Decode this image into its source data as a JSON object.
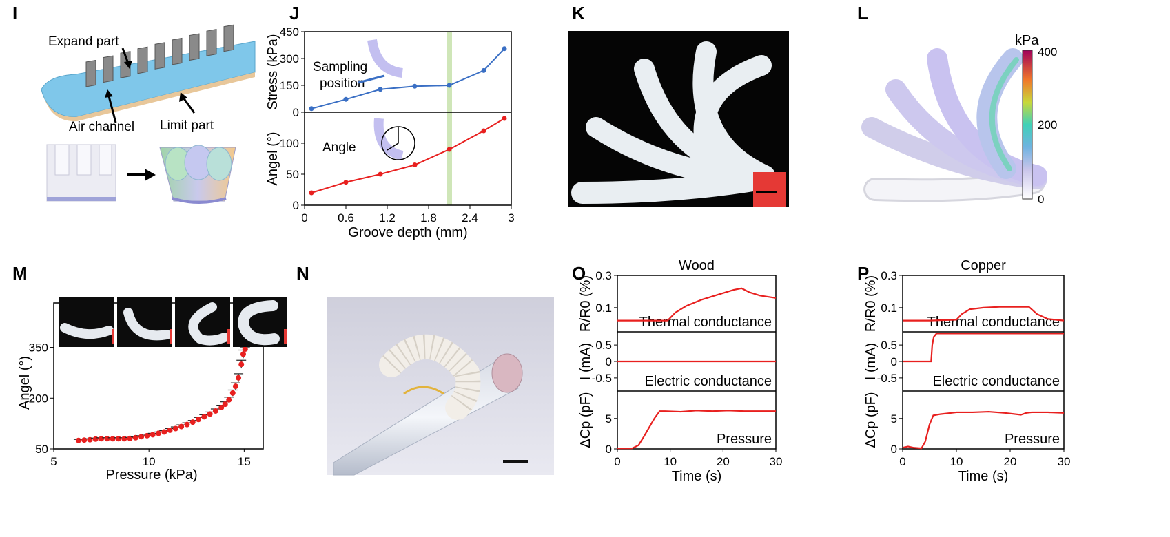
{
  "panels": {
    "I": "I",
    "J": "J",
    "K": "K",
    "L": "L",
    "M": "M",
    "N": "N",
    "O": "O",
    "P": "P"
  },
  "panel_I": {
    "labels": {
      "expand": "Expand part",
      "air": "Air channel",
      "limit": "Limit part"
    }
  },
  "panel_L": {
    "colorbar_unit": "kPa",
    "colorbar_ticks": [
      "400",
      "200",
      "0"
    ]
  },
  "colors": {
    "blue": "#3a6fc4",
    "red": "#e8201f",
    "green_band": "#cfe6b8",
    "scale_red": "#e53935"
  },
  "chart_data": [
    {
      "id": "J-top",
      "type": "line",
      "ylabel": "Stress (kPa)",
      "ylim": [
        0,
        450
      ],
      "yticks": [
        0,
        150,
        300,
        450
      ],
      "xlim": [
        0,
        3
      ],
      "series": [
        {
          "x": [
            0.1,
            0.6,
            1.1,
            1.6,
            2.1,
            2.6,
            2.9
          ],
          "y": [
            20,
            72,
            128,
            145,
            150,
            233,
            355
          ]
        }
      ],
      "highlight_x": 2.1,
      "annotations": {
        "sampling": "Sampling",
        "position": "position"
      }
    },
    {
      "id": "J-bottom",
      "type": "line",
      "ylabel": "Angel (°)",
      "ylim": [
        0,
        150
      ],
      "yticks": [
        0,
        50,
        100
      ],
      "xlim": [
        0,
        3
      ],
      "xticks": [
        "0",
        "0.6",
        "1.2",
        "1.8",
        "2.4",
        "3"
      ],
      "xlabel": "Groove depth (mm)",
      "series": [
        {
          "x": [
            0.1,
            0.6,
            1.1,
            1.6,
            2.1,
            2.6,
            2.9
          ],
          "y": [
            20,
            37,
            50,
            65,
            90,
            120,
            140
          ]
        }
      ],
      "annotations": {
        "angle": "Angle"
      }
    },
    {
      "id": "M",
      "type": "scatter",
      "ylabel": "Angel (°)",
      "xlabel": "Pressure (kPa)",
      "xlim": [
        5,
        16
      ],
      "xticks": [
        5,
        10,
        15
      ],
      "ylim": [
        50,
        400
      ],
      "yticks": [
        50,
        200,
        350
      ],
      "x": [
        6.3,
        6.6,
        6.9,
        7.2,
        7.5,
        7.8,
        8.1,
        8.4,
        8.7,
        9.0,
        9.3,
        9.6,
        9.9,
        10.2,
        10.5,
        10.8,
        11.1,
        11.4,
        11.7,
        12.0,
        12.3,
        12.6,
        12.9,
        13.2,
        13.5,
        13.8,
        14.0,
        14.2,
        14.4,
        14.55,
        14.7,
        14.85,
        14.95,
        15.05
      ],
      "y": [
        75,
        76,
        77,
        79,
        80,
        80,
        80,
        80,
        80,
        81,
        83,
        86,
        89,
        92,
        96,
        100,
        105,
        110,
        116,
        122,
        129,
        137,
        145,
        153,
        162,
        172,
        182,
        195,
        215,
        235,
        260,
        300,
        330,
        345
      ],
      "err": [
        3,
        3,
        3,
        3,
        3,
        3,
        3,
        3,
        3,
        3,
        3,
        3,
        4,
        4,
        4,
        4,
        5,
        5,
        5,
        5,
        5,
        6,
        6,
        6,
        6,
        7,
        7,
        8,
        9,
        10,
        12,
        12,
        12,
        6
      ]
    },
    {
      "id": "O",
      "title": "Wood",
      "type": "line",
      "xlabel": "Time (s)",
      "xlim": [
        0,
        30
      ],
      "xticks": [
        0,
        10,
        20,
        30
      ],
      "subplots": [
        {
          "ylabel": "R/R0 (%)",
          "ylim": [
            -0.05,
            0.3
          ],
          "yticks": [
            "0.3",
            "0.1"
          ],
          "label": "Thermal conductance",
          "x": [
            0,
            5,
            9.5,
            11,
            13,
            16,
            19,
            22,
            23.5,
            25,
            27,
            30
          ],
          "y": [
            0.02,
            0.02,
            0.02,
            0.07,
            0.11,
            0.15,
            0.18,
            0.21,
            0.22,
            0.195,
            0.175,
            0.16
          ]
        },
        {
          "ylabel": "I (mA)",
          "ylim": [
            -0.9,
            0.9
          ],
          "yticks": [
            "0.5",
            "0",
            "-0.5"
          ],
          "label": "Electric conductance",
          "x": [
            0,
            30
          ],
          "y": [
            0,
            0
          ]
        },
        {
          "ylabel": "ΔCp (pF)",
          "ylim": [
            0,
            9.5
          ],
          "yticks": [
            "5",
            "0"
          ],
          "label": "Pressure",
          "x": [
            0,
            2.8,
            4,
            5,
            6,
            7,
            8,
            9,
            12,
            15,
            18,
            21,
            24,
            27,
            30
          ],
          "y": [
            0.1,
            0.1,
            0.6,
            2,
            3.5,
            5,
            6.2,
            6.2,
            6.1,
            6.3,
            6.2,
            6.3,
            6.2,
            6.2,
            6.2
          ]
        }
      ]
    },
    {
      "id": "P",
      "title": "Copper",
      "type": "line",
      "xlabel": "Time (s)",
      "xlim": [
        0,
        30
      ],
      "xticks": [
        0,
        10,
        20,
        30
      ],
      "subplots": [
        {
          "ylabel": "R/R0 (%)",
          "ylim": [
            -0.05,
            0.3
          ],
          "yticks": [
            "0.3",
            "0.1"
          ],
          "label": "Thermal conductance",
          "x": [
            0,
            5,
            10,
            11,
            12.5,
            15,
            18,
            21,
            23.5,
            25,
            27,
            30
          ],
          "y": [
            0.02,
            0.02,
            0.025,
            0.06,
            0.09,
            0.1,
            0.105,
            0.105,
            0.105,
            0.06,
            0.03,
            0.02
          ]
        },
        {
          "ylabel": "I (mA)",
          "ylim": [
            -0.9,
            0.9
          ],
          "yticks": [
            "0.5",
            "0",
            "-0.5"
          ],
          "label": "Electric conductance",
          "x": [
            0,
            5.3,
            5.5,
            5.8,
            6.3,
            8,
            15,
            22,
            30
          ],
          "y": [
            0,
            0,
            0.5,
            0.75,
            0.85,
            0.85,
            0.85,
            0.85,
            0.85
          ]
        },
        {
          "ylabel": "ΔCp (pF)",
          "ylim": [
            0,
            9.5
          ],
          "yticks": [
            "5",
            "0"
          ],
          "label": "Pressure",
          "x": [
            0,
            1,
            2,
            3.5,
            4.2,
            5,
            5.7,
            7,
            10,
            13,
            16,
            19,
            22,
            23,
            24,
            27,
            30
          ],
          "y": [
            0.2,
            0.4,
            0.2,
            0.1,
            1.2,
            4,
            5.5,
            5.7,
            6.0,
            6.0,
            6.1,
            5.9,
            5.6,
            5.9,
            6.0,
            6.0,
            5.9
          ]
        }
      ]
    }
  ]
}
